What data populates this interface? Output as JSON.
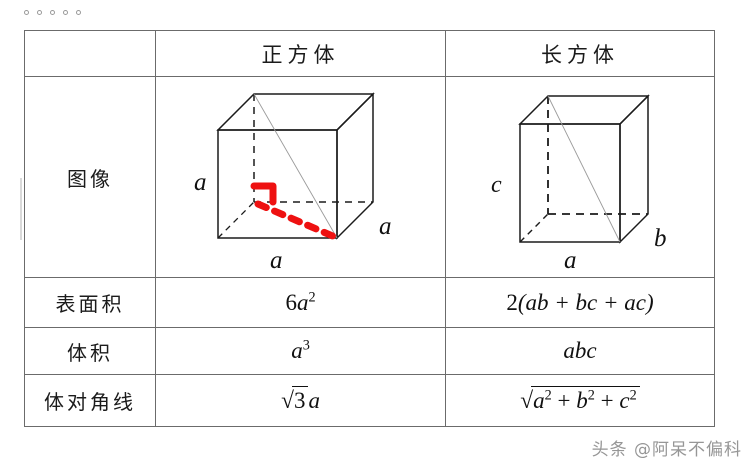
{
  "page": {
    "top_dots_count": 5,
    "watermark": "头条 @阿呆不偏科"
  },
  "table": {
    "header": {
      "corner": "",
      "cube": "正方体",
      "cuboid": "长方体"
    },
    "rows": [
      {
        "label": "图像",
        "cube_figure": "cube-diagram",
        "cuboid_figure": "cuboid-diagram"
      },
      {
        "label": "表面积",
        "cube_value": "6a²",
        "cuboid_value": "2(ab + bc + ac)"
      },
      {
        "label": "体积",
        "cube_value": "a³",
        "cuboid_value": "abc"
      },
      {
        "label": "体对角线",
        "cube_value": "√3a",
        "cuboid_value": "√(a² + b² + c²)"
      }
    ]
  },
  "figures": {
    "cube": {
      "edge_labels": {
        "left": "a",
        "bottom": "a",
        "right": "a"
      },
      "annotation_color": "#ee1111",
      "annotation": "red right-angle mark and red dashed base diagonal"
    },
    "cuboid": {
      "edge_labels": {
        "height": "c",
        "bottom": "a",
        "depth": "b"
      },
      "annotation": "thin gray space diagonal"
    }
  },
  "math": {
    "cube_area": {
      "coef": "6",
      "base": "a",
      "exp": "2"
    },
    "cuboid_area": {
      "coef": "2",
      "terms": "(ab + bc + ac)"
    },
    "cube_volume": {
      "base": "a",
      "exp": "3"
    },
    "cuboid_volume": "abc",
    "cube_diagonal": {
      "radicand": "3",
      "suffix": "a"
    },
    "cuboid_diagonal": {
      "radicand": "a² + b² + c²"
    }
  },
  "colors": {
    "border": "#6b6b6b",
    "text": "#111111",
    "accent_red": "#ee1111",
    "background": "#ffffff",
    "watermark": "#8e8e8e"
  }
}
